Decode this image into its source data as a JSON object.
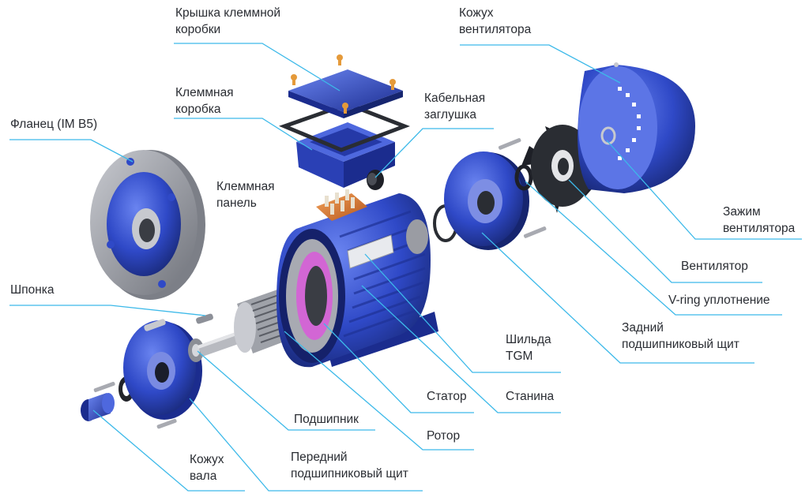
{
  "diagram": {
    "colors": {
      "blue": "#2f49c7",
      "blue_dark": "#1b2c8e",
      "blue_light": "#5b74e6",
      "leader": "#3cb9e9",
      "gray": "#9a9ca3",
      "text": "#2a2d33"
    },
    "labels": {
      "terminal_cover": [
        "Крышка клеммной",
        "коробки"
      ],
      "fan_cover": [
        "Кожух",
        "вентилятора"
      ],
      "terminal_box": [
        "Клеммная",
        "коробка"
      ],
      "cable_plug": [
        "Кабельная",
        "заглушка"
      ],
      "flange": [
        "Фланец (IM B5)"
      ],
      "terminal_panel": [
        "Клеммная",
        "панель"
      ],
      "fan_clamp": [
        "Зажим",
        "вентилятора"
      ],
      "fan": [
        "Вентилятор"
      ],
      "key": [
        "Шпонка"
      ],
      "vring": [
        "V-ring уплотнение"
      ],
      "rear_shield": [
        "Задний",
        "подшипниковый щит"
      ],
      "nameplate": [
        "Шильда",
        "TGM"
      ],
      "stator": [
        "Статор"
      ],
      "frame": [
        "Станина"
      ],
      "bearing": [
        "Подшипник"
      ],
      "rotor": [
        "Ротор"
      ],
      "shaft_cover": [
        "Кожух",
        "вала"
      ],
      "front_shield": [
        "Передний",
        "подшипниковый щит"
      ]
    }
  }
}
